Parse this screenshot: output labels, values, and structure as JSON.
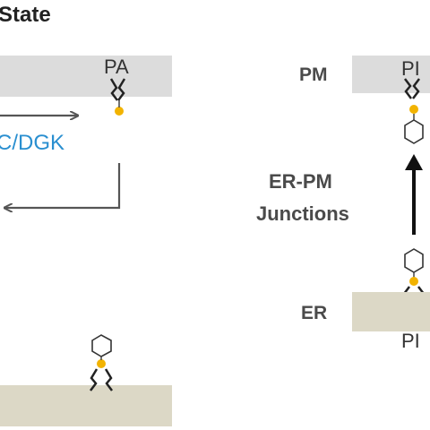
{
  "left_panel": {
    "title": "State",
    "membrane_top_label": "PA",
    "enzyme_label": "C/DGK"
  },
  "right_panel": {
    "pm_label": "PM",
    "pm_lipid_label": "PI",
    "transport_label_line1": "ER-PM",
    "transport_label_line2": "Junctions",
    "er_label": "ER",
    "er_lipid_label": "PI"
  },
  "colors": {
    "pm_membrane": "#dcdcdc",
    "er_membrane": "#dcd8c6",
    "enzyme_text": "#2a8fd0",
    "label_text": "#4a4a4a",
    "title_text": "#222222",
    "headgroup_phosphate": "#f2b300",
    "arrow_gray": "#555555",
    "arrow_black": "#111111"
  }
}
